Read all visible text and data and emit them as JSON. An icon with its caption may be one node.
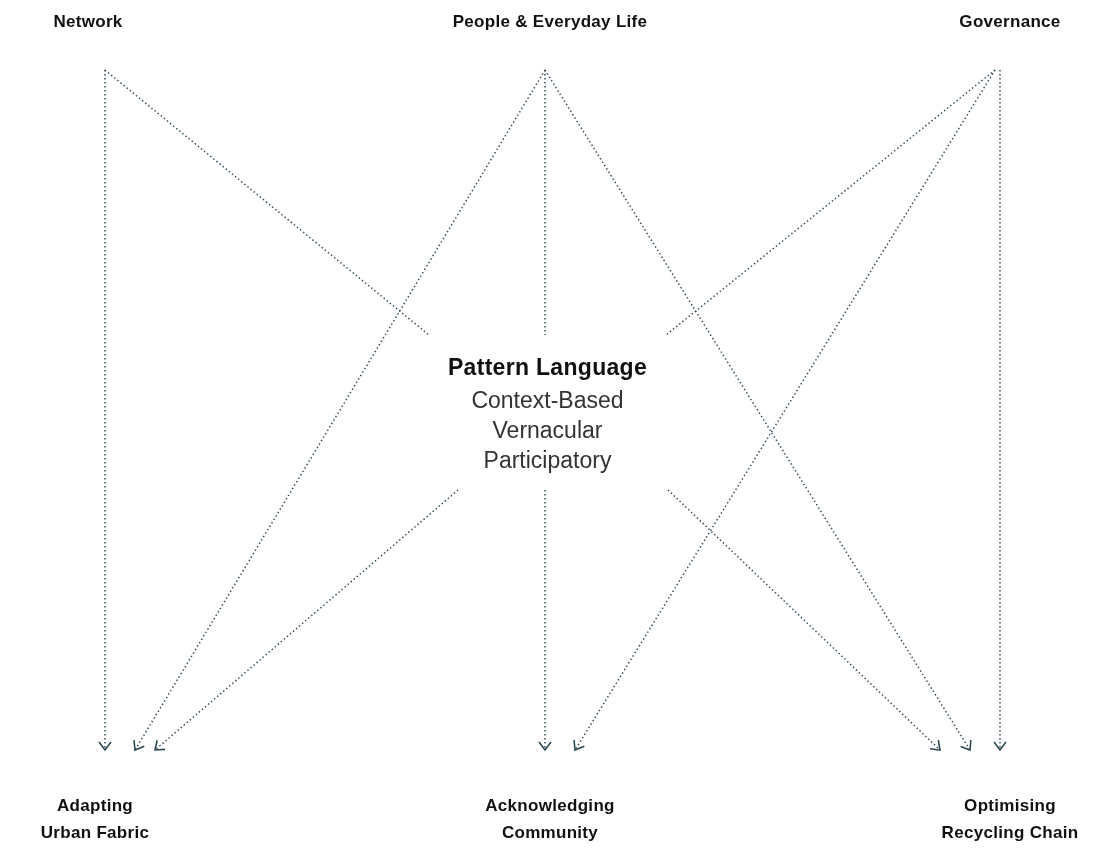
{
  "diagram": {
    "nodes": [
      {
        "text": [
          "Network"
        ]
      },
      {
        "text": [
          "People & Everyday Life"
        ]
      },
      {
        "text": [
          "Governance"
        ]
      },
      {
        "text": [
          "Pattern Language",
          "Context-Based",
          "Vernacular",
          "Participatory"
        ]
      },
      {
        "text": [
          "Adapting Urban Fabric"
        ]
      },
      {
        "text": [
          "Acknowledging Community"
        ]
      },
      {
        "text": [
          "Optimising Recycling Chain"
        ]
      }
    ],
    "edges": [
      {
        "from": 0,
        "to": 4,
        "arrow": "to"
      },
      {
        "from": 0,
        "to": 3,
        "arrow": "none"
      },
      {
        "from": 1,
        "to": 4,
        "arrow": "to"
      },
      {
        "from": 1,
        "to": 3,
        "arrow": "none"
      },
      {
        "from": 1,
        "to": 6,
        "arrow": "to"
      },
      {
        "from": 2,
        "to": 3,
        "arrow": "none"
      },
      {
        "from": 2,
        "to": 5,
        "arrow": "to"
      },
      {
        "from": 2,
        "to": 6,
        "arrow": "to"
      },
      {
        "from": 3,
        "to": 4,
        "arrow": "to"
      },
      {
        "from": 3,
        "to": 5,
        "arrow": "to"
      },
      {
        "from": 3,
        "to": 6,
        "arrow": "to"
      }
    ]
  }
}
